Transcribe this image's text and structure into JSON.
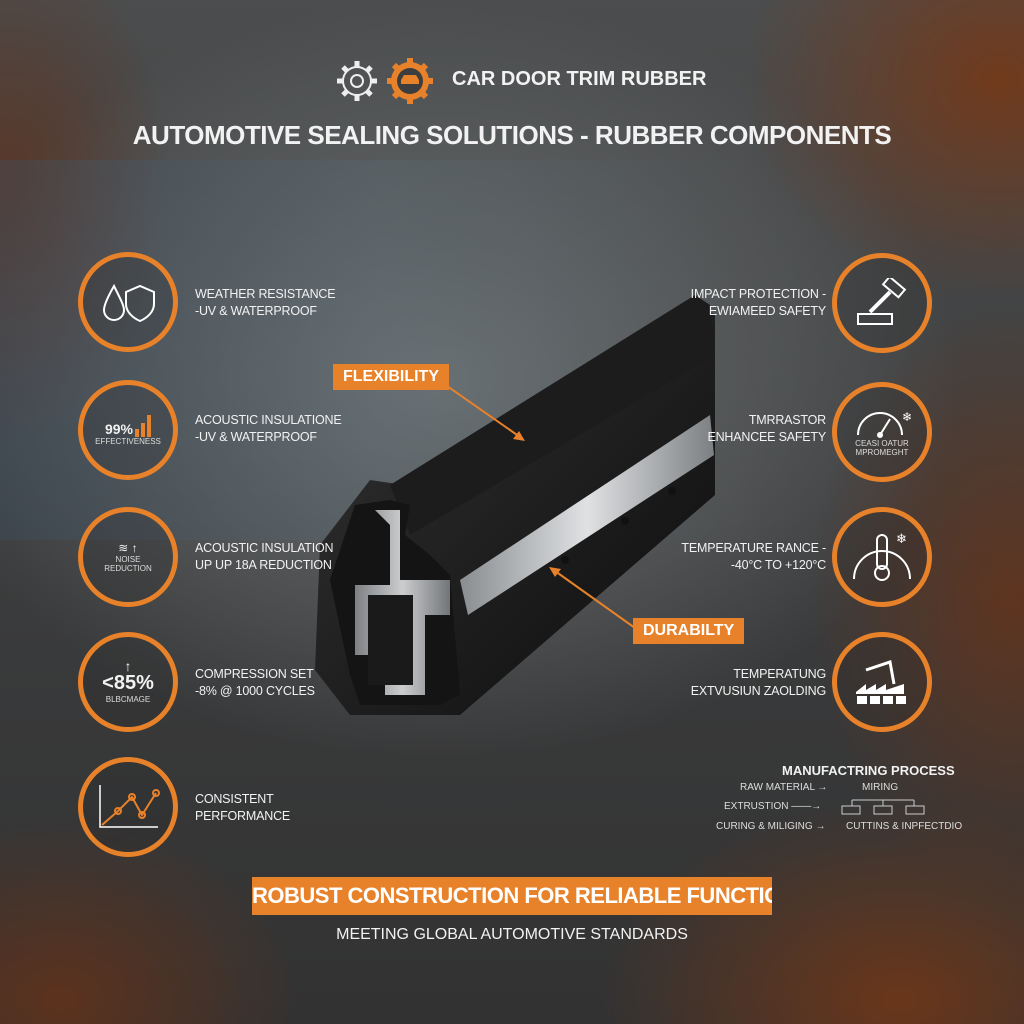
{
  "header": {
    "brand": "CAR DOOR TRIM RUBBER",
    "title": "AUTOMOTIVE SEALING SOLUTIONS - RUBBER COMPONENTS",
    "icons": [
      "gear-icon",
      "car-gear-icon"
    ]
  },
  "left_features": [
    {
      "title": "WEATHER RESISTANCE",
      "sub": "-UV & WATERPROOF",
      "icon": "drop-shield-icon"
    },
    {
      "title": "ACOUSTIC INSULATIONE",
      "sub": "-UV & WATERPROOF",
      "icon": "bar-chart-icon",
      "icon_text": "99%",
      "icon_sub": "EFFECTIVENESS"
    },
    {
      "title": "ACOUSTIC INSULATION",
      "sub": "UP UP 18a REDUCTION",
      "icon": "wave-arrow-icon",
      "icon_text": "NOISE",
      "icon_sub": "REDUCTION"
    },
    {
      "title": "COMPRESSION SET",
      "sub": "-8% @ 1000 CYCLES",
      "icon": "arrow-up-icon",
      "icon_text": "<85%",
      "icon_sub": "BLBCMAGE"
    },
    {
      "title": "CONSISTENT",
      "sub": "PERFORMANCE",
      "icon": "line-chart-icon"
    }
  ],
  "right_features": [
    {
      "title": "IMPACT PROTECTION -",
      "sub": "EWIAMEED SAFETY",
      "icon": "hammer-icon"
    },
    {
      "title": "TMRRASTOR",
      "sub": "ENHANCEE SAFETY",
      "icon": "gauge-icon",
      "icon_text": "CEASI OATUR",
      "icon_sub": "MPROMEGHT"
    },
    {
      "title": "TEMPERATURE RANCE -",
      "sub": "-40°C TO +120°C",
      "icon": "thermometer-icon"
    },
    {
      "title": "TEMPERATUNG",
      "sub": "EXTVUSIUN ZAOLDING",
      "icon": "robot-factory-icon"
    }
  ],
  "callouts": {
    "flexibility": "FLEXIBILITY",
    "durability": "DURABILTY"
  },
  "process": {
    "title": "MANUFACTRING PROCESS",
    "steps": [
      "RAW MATERIAL →",
      "MIRING",
      "EXTRUSTION ——→",
      "CURING & MILIGING →",
      "CUTTINS & INPFECTDIO"
    ]
  },
  "footer": {
    "banner": "ROBUST CONSTRUCTION FOR RELIABLE FUNCTION",
    "sub": "MEETING GLOBAL AUTOMOTIVE STANDARDS"
  },
  "colors": {
    "accent": "#e8822a",
    "background": "#3c3d3e",
    "rust": "#7a3a18"
  }
}
